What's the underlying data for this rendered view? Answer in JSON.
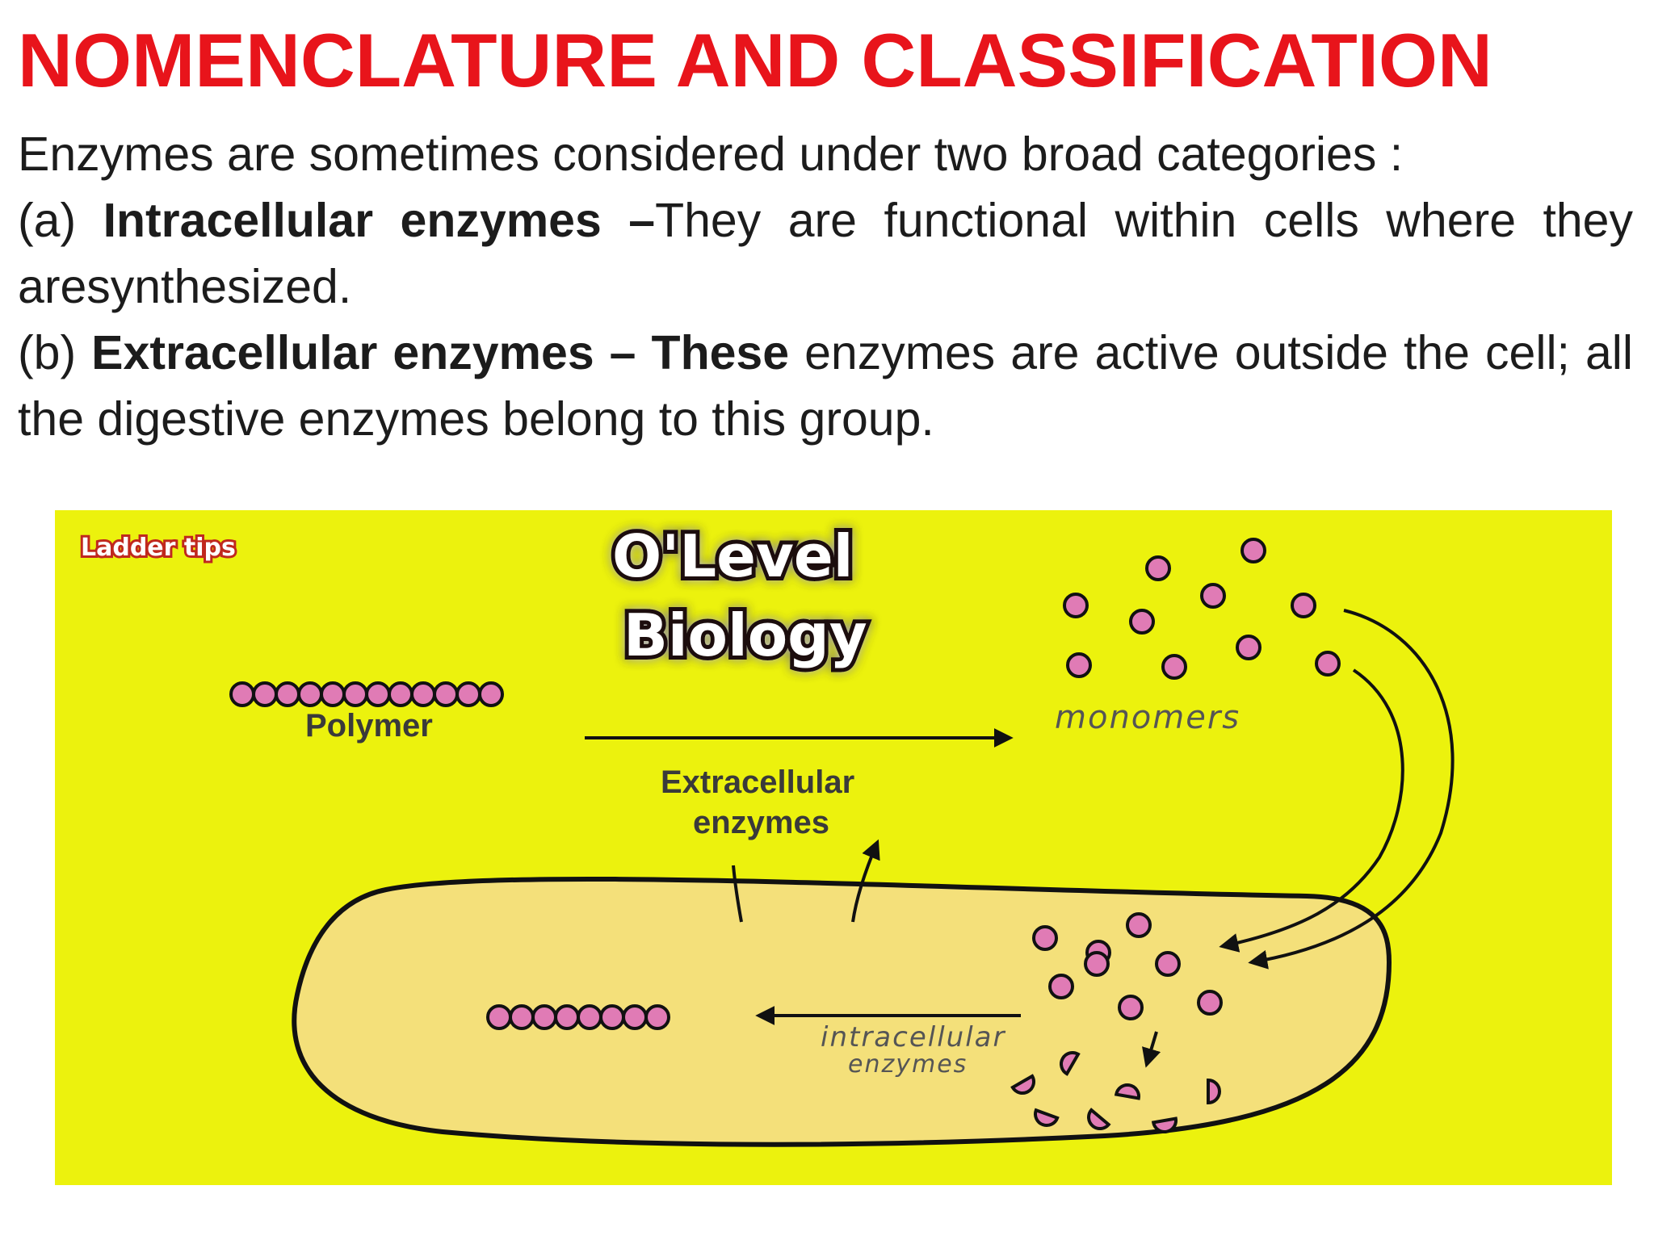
{
  "title": "NOMENCLATURE AND CLASSIFICATION",
  "intro": "Enzymes are sometimes considered under two broad categories :",
  "items": [
    {
      "prefix": "(a) ",
      "term": "Intracellular enzymes –",
      "text": "They are functional within cells where they aresynthesized."
    },
    {
      "prefix": "(b) ",
      "term": "Extracellular enzymes – These",
      "text": " enzymes are active outside the cell; all the digestive enzymes belong to this group."
    }
  ],
  "diagram": {
    "watermark": "Ladder tips",
    "logo_line1": "O'Level",
    "logo_line2": "Biology",
    "polymer_label": "Polymer",
    "monomers_label": "monomers",
    "extracellular_label_line1": "Extracellular",
    "extracellular_label_line2": "enzymes",
    "intracellular_label_line1": "intracellular",
    "intracellular_label_line2": "enzymes",
    "colors": {
      "background": "#ecf20d",
      "cell_fill": "#f4e07a",
      "bead": "#e07bb5",
      "outline": "#111111",
      "logo_glow": "#e8131b"
    }
  }
}
